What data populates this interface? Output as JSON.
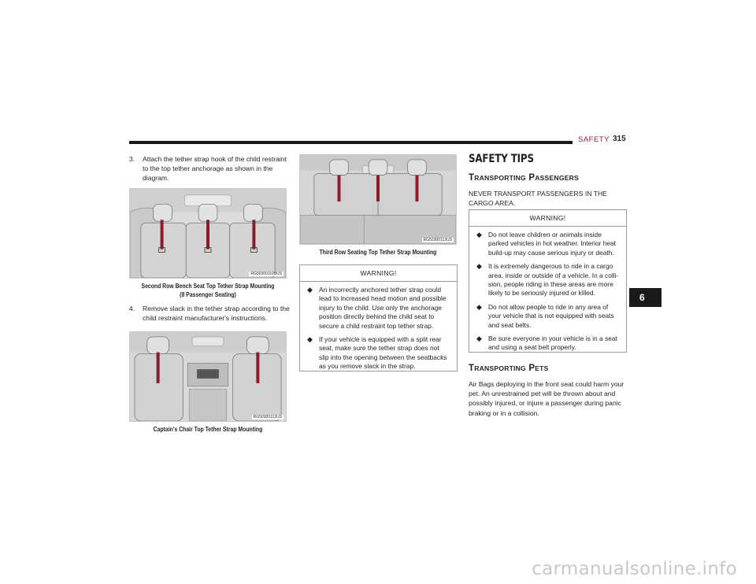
{
  "header": {
    "section": "SAFETY",
    "page_number": "315"
  },
  "col1": {
    "step3_num": "3.",
    "step3_text": "Attach the tether strap hook of the child restraint to the top tether anchorage as shown in the diagram.",
    "fig1_code": "RG50300110BUS",
    "fig1_caption_line1": "Second Row Bench Seat Top Tether Strap Mounting",
    "fig1_caption_line2": "(8 Passenger Seating)",
    "step4_num": "4.",
    "step4_text": "Remove slack in the tether strap according to the child restraint manufacturer's instructions.",
    "fig2_code": "RG50300112US",
    "fig2_caption": "Captain's Chair Top Tether Strap Mounting"
  },
  "col2": {
    "fig3_code": "RG50300113US",
    "fig3_caption": "Third Row Seating Top Tether Strap Mounting",
    "warning": {
      "title": "WARNING!",
      "items": [
        "An incorrectly anchored tether strap could lead to increased head motion and possible injury to the child. Use only the anchorage position directly behind the child seat to secure a child restraint top tether strap.",
        "If your vehicle is equipped with a split rear seat, make sure the tether strap does not slip into the opening between the seatbacks as you remove slack in the strap."
      ]
    }
  },
  "col3": {
    "title": "SAFETY TIPS",
    "section1": {
      "cap1": "T",
      "rest1": "RANSPORTING",
      "cap2": "P",
      "rest2": "ASSENGERS"
    },
    "intro": "NEVER TRANSPORT PASSENGERS IN THE CARGO AREA.",
    "warning": {
      "title": "WARNING!",
      "items": [
        "Do not leave children or animals inside parked vehicles in hot weather. Interior heat build-up may cause serious injury or death.",
        "It is extremely dangerous to ride in a cargo area, inside or outside of a vehicle. In a colli-sion, people riding in these areas are more likely to be seriously injured or killed.",
        "Do not allow people to ride in any area of your vehicle that is not equipped with seats and seat belts.",
        "Be sure everyone in your vehicle is in a seat and using a seat belt properly."
      ]
    },
    "section2": {
      "cap1": "T",
      "rest1": "RANSPORTING",
      "cap2": "P",
      "rest2": "ETS"
    },
    "pets_text": "Air Bags deploying in the front seat could harm your pet. An unrestrained pet will be thrown about and possibly injured, or injure a passenger during panic braking or in a collision."
  },
  "chapter_tab": "6",
  "watermark": "carmanualsonline.info",
  "colors": {
    "strap": "#8b1a2b",
    "accent": "#9b1c32",
    "tab": "#1a1a1a"
  }
}
